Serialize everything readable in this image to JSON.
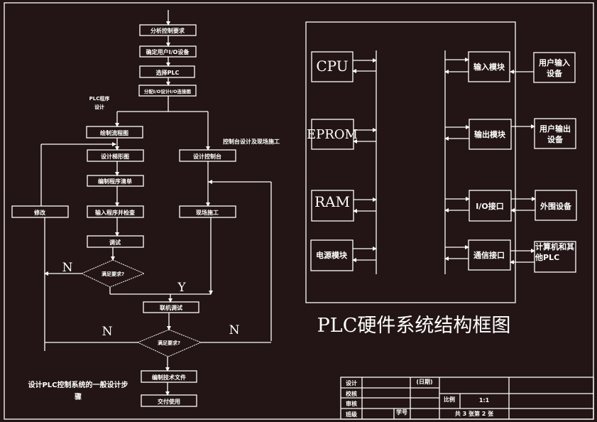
{
  "flowchart": {
    "caption_line1": "设计PLC控制系统的一般设计步",
    "caption_line2": "骤",
    "branch_left_label_line1": "PLC程序",
    "branch_left_label_line2": "设计",
    "branch_right_label": "控制台设计及现场施工",
    "steps": {
      "analyze": "分析控制要求",
      "io_devices": "确定用户I/O设备",
      "select_plc": "选择PLC",
      "assign_io": "分配I/O设计I/O连接图",
      "flowchart": "绘制流程图",
      "ladder": "设计梯形图",
      "listing": "编制程序清单",
      "input_program": "输入程序并检查",
      "debug": "调试",
      "modify": "修改",
      "console": "设计控制台",
      "wiring": "现场施工",
      "joint_debug": "联机调试",
      "docs": "编制技术文件",
      "deliver": "交付使用"
    },
    "decisions": {
      "first": "满足要求?",
      "second": "满足要求?"
    },
    "labels": {
      "n1": "N",
      "y1": "Y",
      "n2": "N",
      "n3": "N"
    }
  },
  "hardware": {
    "title": "PLC硬件系统结构框图",
    "left_blocks": [
      "CPU",
      "EPROM",
      "RAM",
      "电源模块"
    ],
    "right_blocks": [
      "输入模块",
      "输出模块",
      "I/O接口",
      "通信接口"
    ],
    "devices": {
      "input": [
        "用户输入",
        "设备"
      ],
      "output": [
        "用户输出",
        "设备"
      ],
      "peripheral": [
        "外围设备"
      ],
      "computer": [
        "计算机和其",
        "他PLC"
      ]
    }
  },
  "title_block": {
    "design": "设计",
    "check": "校核",
    "review": "审核",
    "class": "班级",
    "student_id": "学号",
    "date": "(日期)",
    "scale_label": "比例",
    "scale_value": "1:1",
    "sheet_info": "共 3 张第 2 张"
  }
}
